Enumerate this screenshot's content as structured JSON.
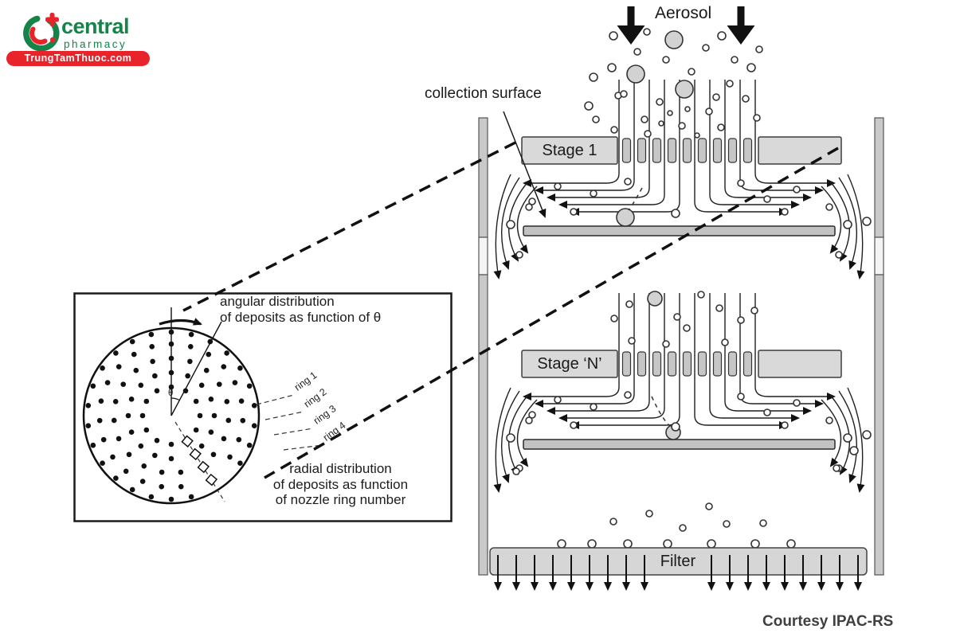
{
  "logo": {
    "brand": "central",
    "sub": "pharmacy",
    "badge": "TrungTamThuoc.com",
    "colors": {
      "green": "#168449",
      "red": "#e8232a"
    }
  },
  "diagram": {
    "aerosol_label": "Aerosol",
    "collection_surface_label": "collection surface",
    "stage1_label": "Stage 1",
    "stageN_label": "Stage ‘N’",
    "filter_label": "Filter",
    "courtesy": "Courtesy IPAC-RS",
    "ink_color": "#1f1f1f",
    "metal_fill": "#d9d9d9",
    "plate_fill": "#c2c2c2"
  },
  "inset": {
    "angular_line1": "angular distribution",
    "angular_line2": "of deposits as function of θ",
    "radial_line1": "radial distribution",
    "radial_line2": "of deposits as function",
    "radial_line3": "of  nozzle ring number",
    "theta_symbol": "θ",
    "ring_labels": [
      "ring 1",
      "ring 2",
      "ring 3",
      "ring 4"
    ]
  }
}
